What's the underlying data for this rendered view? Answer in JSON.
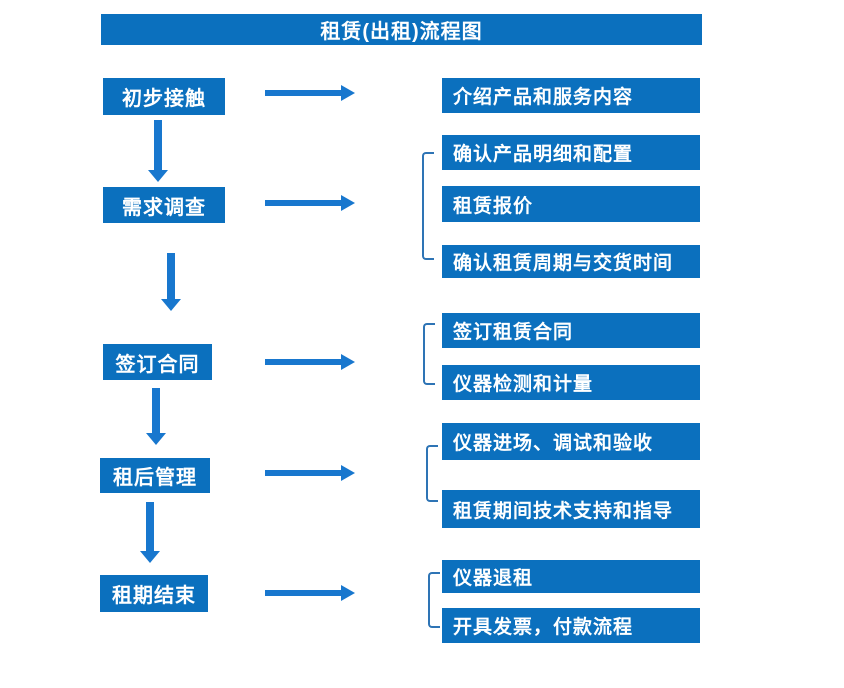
{
  "title": "租赁(出租)流程图",
  "colors": {
    "box_blue": "#0b70be",
    "arrow_blue": "#1877ce",
    "bracket_blue": "#2e74b5",
    "text_white": "#ffffff",
    "background": "#ffffff"
  },
  "flow": {
    "stages": [
      {
        "label": "初步接触",
        "details": [
          "介绍产品和服务内容"
        ]
      },
      {
        "label": "需求调查",
        "details": [
          "确认产品明细和配置",
          "租赁报价",
          "确认租赁周期与交货时间"
        ]
      },
      {
        "label": "签订合同",
        "details": [
          "签订租赁合同",
          "仪器检测和计量"
        ]
      },
      {
        "label": "租后管理",
        "details": [
          "仪器进场、调试和验收",
          "租赁期间技术支持和指导"
        ]
      },
      {
        "label": "租期结束",
        "details": [
          "仪器退租",
          "开具发票，付款流程"
        ]
      }
    ]
  },
  "icons": {
    "right_arrow": "arrow-right",
    "down_arrow": "arrow-down",
    "group_bracket": "left-square-bracket"
  }
}
